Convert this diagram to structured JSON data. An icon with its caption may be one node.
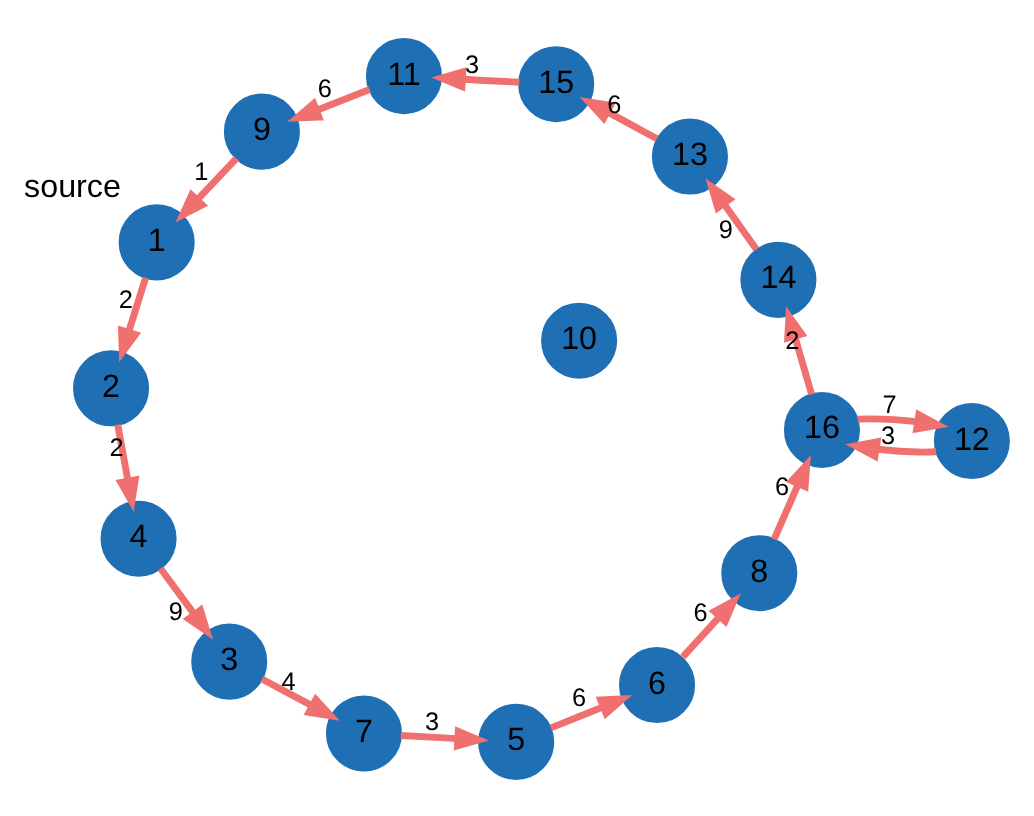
{
  "diagram": {
    "nodes": [
      {
        "text": [
          "1"
        ],
        "beside": [
          "source"
        ]
      },
      {
        "text": [
          "2"
        ]
      },
      {
        "text": [
          "3"
        ]
      },
      {
        "text": [
          "4"
        ]
      },
      {
        "text": [
          "5"
        ]
      },
      {
        "text": [
          "6"
        ]
      },
      {
        "text": [
          "7"
        ]
      },
      {
        "text": [
          "8"
        ]
      },
      {
        "text": [
          "9"
        ]
      },
      {
        "text": [
          "10"
        ]
      },
      {
        "text": [
          "11"
        ]
      },
      {
        "text": [
          "12"
        ]
      },
      {
        "text": [
          "13"
        ]
      },
      {
        "text": [
          "14"
        ]
      },
      {
        "text": [
          "15"
        ]
      },
      {
        "text": [
          "16"
        ]
      }
    ],
    "edges": [
      {
        "from": 0,
        "to": 1,
        "arrow": "to",
        "label": "2"
      },
      {
        "from": 1,
        "to": 3,
        "arrow": "to",
        "label": "2"
      },
      {
        "from": 3,
        "to": 2,
        "arrow": "to",
        "label": "9"
      },
      {
        "from": 2,
        "to": 6,
        "arrow": "to",
        "label": "4"
      },
      {
        "from": 6,
        "to": 4,
        "arrow": "to",
        "label": "3"
      },
      {
        "from": 4,
        "to": 5,
        "arrow": "to",
        "label": "6"
      },
      {
        "from": 5,
        "to": 7,
        "arrow": "to",
        "label": "6"
      },
      {
        "from": 7,
        "to": 15,
        "arrow": "to",
        "label": "6"
      },
      {
        "from": 15,
        "to": 13,
        "arrow": "to",
        "label": "2"
      },
      {
        "from": 15,
        "to": 11,
        "arrow": "to",
        "label": "7"
      },
      {
        "from": 11,
        "to": 15,
        "arrow": "to",
        "label": "3"
      },
      {
        "from": 13,
        "to": 12,
        "arrow": "to",
        "label": "9"
      },
      {
        "from": 12,
        "to": 14,
        "arrow": "to",
        "label": "6"
      },
      {
        "from": 14,
        "to": 10,
        "arrow": "to",
        "label": "3"
      },
      {
        "from": 10,
        "to": 8,
        "arrow": "to",
        "label": "6"
      },
      {
        "from": 8,
        "to": 0,
        "arrow": "to",
        "label": "1"
      }
    ]
  }
}
